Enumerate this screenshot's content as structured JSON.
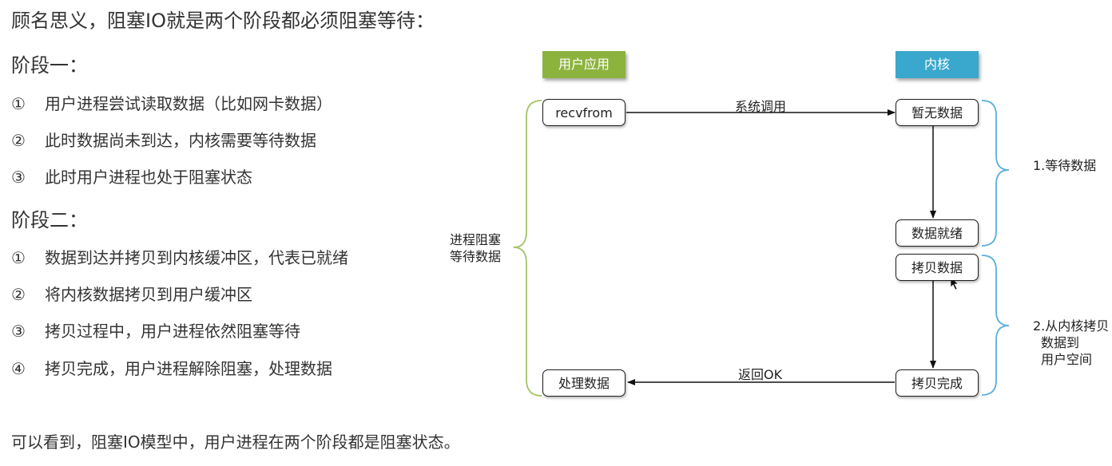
{
  "title": "顾名思义，阻塞IO就是两个阶段都必须阻塞等待：",
  "stage1": {
    "heading": "阶段一：",
    "steps": [
      {
        "num": "①",
        "text": "用户进程尝试读取数据（比如网卡数据）"
      },
      {
        "num": "②",
        "text": "此时数据尚未到达，内核需要等待数据"
      },
      {
        "num": "③",
        "text": "此时用户进程也处于阻塞状态"
      }
    ]
  },
  "stage2": {
    "heading": "阶段二：",
    "steps": [
      {
        "num": "①",
        "text": "数据到达并拷贝到内核缓冲区，代表已就绪"
      },
      {
        "num": "②",
        "text": "将内核数据拷贝到用户缓冲区"
      },
      {
        "num": "③",
        "text": "拷贝过程中，用户进程依然阻塞等待"
      },
      {
        "num": "④",
        "text": "拷贝完成，用户进程解除阻塞，处理数据"
      }
    ]
  },
  "footer": "可以看到，阻塞IO模型中，用户进程在两个阶段都是阻塞状态。",
  "diagram": {
    "user_header": "用户应用",
    "kernel_header": "内核",
    "user_header_color": "#8db33f",
    "kernel_header_color": "#3aa7cc",
    "brace_color_left": "#a6c36a",
    "brace_color_right": "#5ab0d8",
    "nodes": {
      "recvfrom": "recvfrom",
      "no_data": "暂无数据",
      "data_ready": "数据就绪",
      "copy_data": "拷贝数据",
      "copy_done": "拷贝完成",
      "process_data": "处理数据"
    },
    "edges": {
      "syscall": "系统调用",
      "return_ok": "返回OK"
    },
    "left_brace_label": [
      "进程阻塞",
      "等待数据"
    ],
    "right_brace1_label": [
      "1.等待数据"
    ],
    "right_brace2_label": [
      "2.从内核拷贝",
      "数据到",
      "用户空间"
    ]
  }
}
